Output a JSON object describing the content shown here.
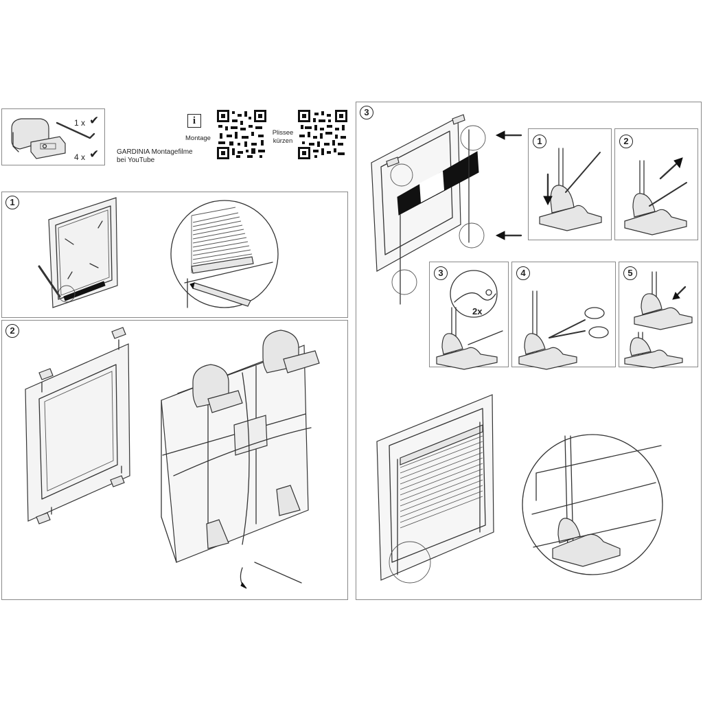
{
  "parts": {
    "qty_bracket": "1 x",
    "qty_clip": "4 x",
    "check_glyph": "✔"
  },
  "info": {
    "info_glyph": "i",
    "montage_label": "Montage",
    "plissee_label": "Plissee kürzen",
    "youtube_line1": "GARDINIA Montagefilme",
    "youtube_line2": "bei YouTube"
  },
  "steps": {
    "step1": "1",
    "step2": "2",
    "step3": "3",
    "sub1": "1",
    "sub2": "2",
    "sub3": "3",
    "sub4": "4",
    "sub5": "5",
    "knot_label": "2x"
  },
  "icons": [
    "check-icon",
    "info-icon",
    "qr-code-icon",
    "arrow-icon",
    "scissors-icon",
    "pencil-icon",
    "hex-key-icon"
  ]
}
